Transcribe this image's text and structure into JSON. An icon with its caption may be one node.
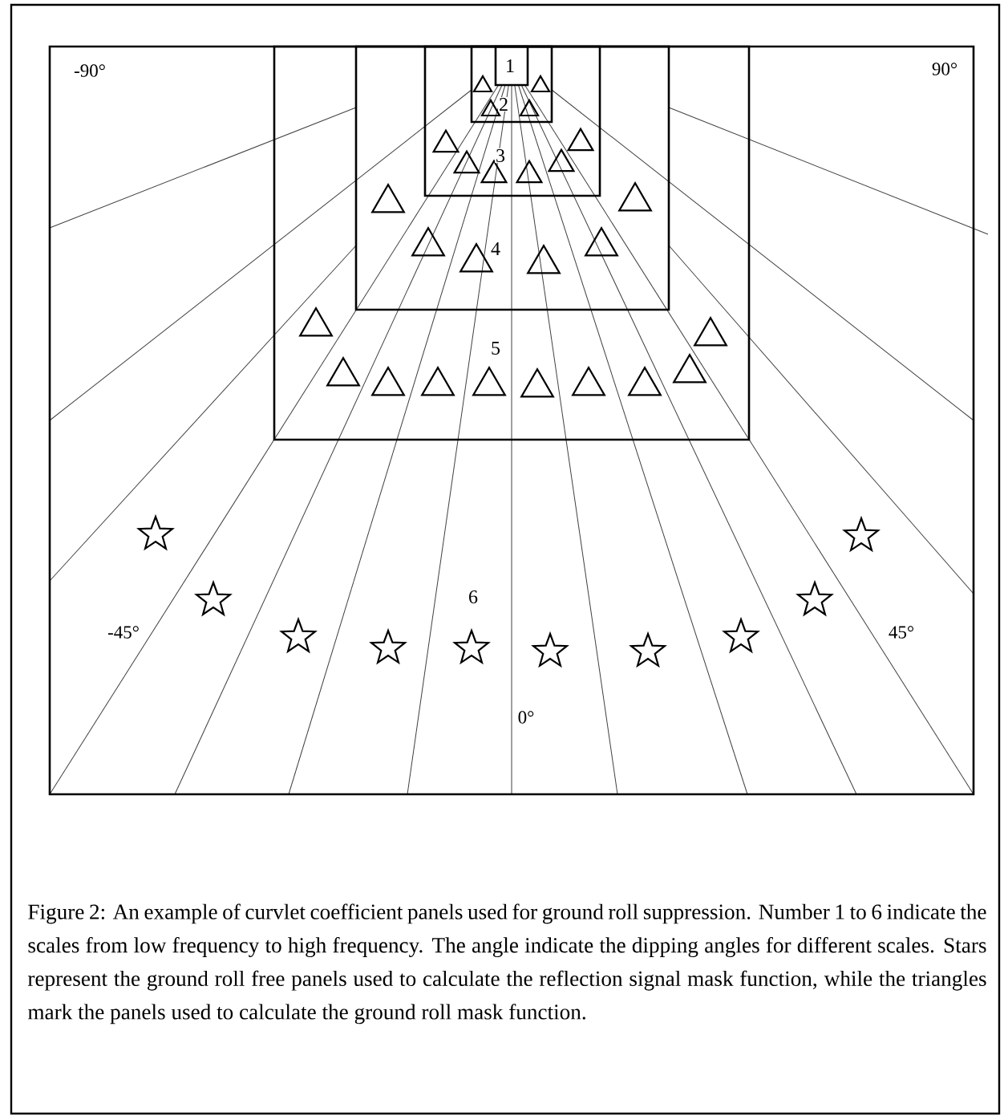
{
  "diagram": {
    "caption": "Figure 2:  An example of curvlet coefficient panels used for ground roll suppression. Number 1 to 6 indicate the scales from low frequency to high frequency. The angle indicate the dipping angles for different scales. Stars represent the ground roll free panels used to calculate the reflection signal mask function, while the triangles mark the panels used to calculate the ground roll mask function.",
    "nodes": [
      {
        "text": [
          "6"
        ]
      },
      {
        "text": [
          "5"
        ],
        "in": 0
      },
      {
        "text": [
          "4"
        ],
        "in": 1
      },
      {
        "text": [
          "3"
        ],
        "in": 2
      },
      {
        "text": [
          "2"
        ],
        "in": 3
      },
      {
        "text": [
          "1"
        ],
        "in": 4
      }
    ],
    "labels": [
      "-90°",
      "90°",
      "-45°",
      "45°",
      "0°"
    ]
  }
}
